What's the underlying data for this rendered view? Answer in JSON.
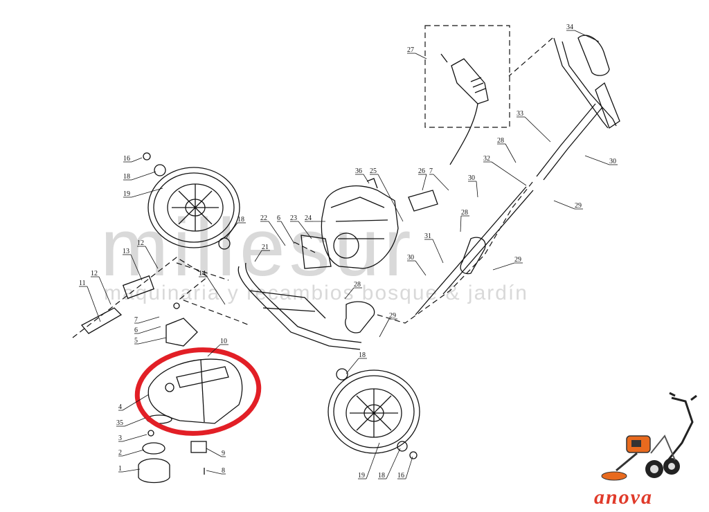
{
  "watermark": {
    "brand": "millesur",
    "tagline": "maquinaria y recambios bosque & jardín"
  },
  "logo": {
    "text": "anova"
  },
  "highlight_color": "#e21f26",
  "callouts": [
    {
      "id": "c34",
      "text": "34"
    },
    {
      "id": "c27",
      "text": "27"
    },
    {
      "id": "c33",
      "text": "33"
    },
    {
      "id": "c28a",
      "text": "28"
    },
    {
      "id": "c30a",
      "text": "30"
    },
    {
      "id": "c32",
      "text": "32"
    },
    {
      "id": "c7a",
      "text": "7"
    },
    {
      "id": "c26",
      "text": "26"
    },
    {
      "id": "c25",
      "text": "25"
    },
    {
      "id": "c36",
      "text": "36"
    },
    {
      "id": "c30b",
      "text": "30"
    },
    {
      "id": "c29a",
      "text": "29"
    },
    {
      "id": "c28b",
      "text": "28"
    },
    {
      "id": "c16a",
      "text": "16"
    },
    {
      "id": "c18a",
      "text": "18"
    },
    {
      "id": "c19a",
      "text": "19"
    },
    {
      "id": "c18b",
      "text": "18"
    },
    {
      "id": "c22",
      "text": "22"
    },
    {
      "id": "c6a",
      "text": "6"
    },
    {
      "id": "c23",
      "text": "23"
    },
    {
      "id": "c24",
      "text": "24"
    },
    {
      "id": "c31",
      "text": "31"
    },
    {
      "id": "c29b",
      "text": "29"
    },
    {
      "id": "c30c",
      "text": "30"
    },
    {
      "id": "c13",
      "text": "13"
    },
    {
      "id": "c12a",
      "text": "12"
    },
    {
      "id": "c12b",
      "text": "12"
    },
    {
      "id": "c11",
      "text": "11"
    },
    {
      "id": "c14",
      "text": "14"
    },
    {
      "id": "c21",
      "text": "21"
    },
    {
      "id": "c28c",
      "text": "28"
    },
    {
      "id": "c29c",
      "text": "29"
    },
    {
      "id": "c7b",
      "text": "7"
    },
    {
      "id": "c6b",
      "text": "6"
    },
    {
      "id": "c5",
      "text": "5"
    },
    {
      "id": "c10",
      "text": "10"
    },
    {
      "id": "c18c",
      "text": "18"
    },
    {
      "id": "c4",
      "text": "4"
    },
    {
      "id": "c35",
      "text": "35"
    },
    {
      "id": "c3",
      "text": "3"
    },
    {
      "id": "c2",
      "text": "2"
    },
    {
      "id": "c1",
      "text": "1"
    },
    {
      "id": "c9",
      "text": "9"
    },
    {
      "id": "c8",
      "text": "8"
    },
    {
      "id": "c19b",
      "text": "19"
    },
    {
      "id": "c18d",
      "text": "18"
    },
    {
      "id": "c16b",
      "text": "16"
    }
  ]
}
